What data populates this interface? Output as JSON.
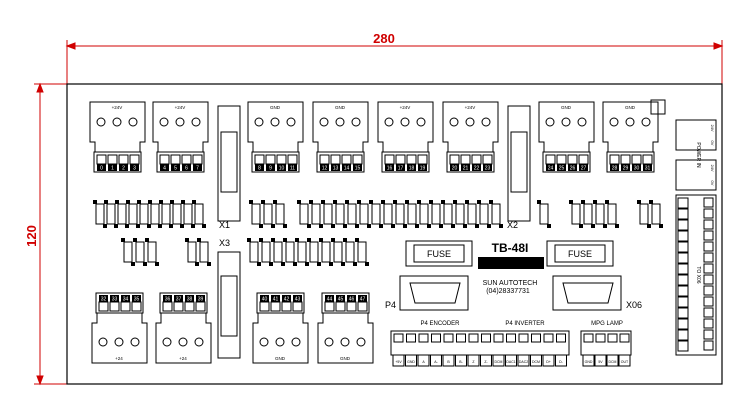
{
  "dimensions": {
    "width": "280",
    "height": "120"
  },
  "board": {
    "model": "TB-48I",
    "company_line1": "SUN AUTOTECH",
    "company_line2": "(04)28337731",
    "fuse_label": "FUSE",
    "labels": {
      "x1": "X1",
      "x2": "X2",
      "x3": "X3",
      "p4": "P4",
      "x06": "X06",
      "power_in": "POWER IN",
      "to_x06": "TO X06"
    },
    "top_blocks": [
      {
        "pins": [
          "0",
          "1",
          "2",
          "3"
        ],
        "top": "+24V"
      },
      {
        "pins": [
          "4",
          "5",
          "6",
          "7"
        ],
        "top": "+24V"
      },
      {
        "pins": [
          "8",
          "9",
          "10",
          "11"
        ],
        "top": "GND"
      },
      {
        "pins": [
          "12",
          "13",
          "14",
          "15"
        ],
        "top": "GND"
      },
      {
        "pins": [
          "16",
          "17",
          "18",
          "19"
        ],
        "top": "+24V"
      },
      {
        "pins": [
          "20",
          "21",
          "22",
          "23"
        ],
        "top": "+24V"
      },
      {
        "pins": [
          "24",
          "25",
          "26",
          "27"
        ],
        "top": "GND"
      },
      {
        "pins": [
          "28",
          "29",
          "30",
          "31"
        ],
        "top": "GND"
      }
    ],
    "bottom_blocks": [
      {
        "pins": [
          "32",
          "33",
          "34",
          "35"
        ],
        "bottom": "+24"
      },
      {
        "pins": [
          "36",
          "37",
          "38",
          "39"
        ],
        "bottom": "+24"
      },
      {
        "pins": [
          "40",
          "41",
          "42",
          "43"
        ],
        "bottom": "GND"
      },
      {
        "pins": [
          "44",
          "45",
          "46",
          "47"
        ],
        "bottom": "GND"
      }
    ],
    "group_labels": {
      "encoder": "P4 ENCODER",
      "inverter": "P4 INVERTER",
      "mpg": "MPG LAMP"
    },
    "bottom_pins": [
      "+5V",
      "GND",
      "A",
      "A-",
      "B",
      "B-",
      "Z",
      "Z-",
      "DCM",
      "DAC1",
      "DAC2",
      "DCM",
      "D+",
      "D-"
    ],
    "mpg_pins": [
      "GND",
      "5V",
      "DCM",
      "OUT"
    ],
    "right_pins": [
      "24V",
      "0V",
      "24V",
      "0V"
    ]
  }
}
